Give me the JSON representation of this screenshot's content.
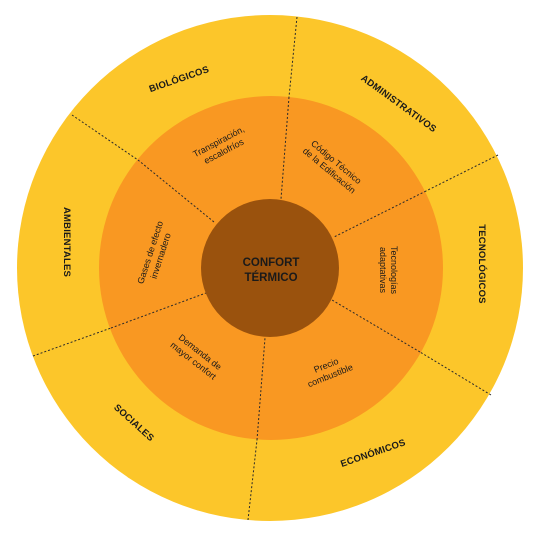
{
  "center": {
    "lines": [
      "CONFORT",
      "TÉRMICO"
    ]
  },
  "outer_ring": [
    {
      "id": "biologicos",
      "label": "BIOLÓGICOS"
    },
    {
      "id": "administrativos",
      "label": "ADMINISTRATIVOS"
    },
    {
      "id": "tecnologicos",
      "label": "TECNOLÓGICOS"
    },
    {
      "id": "economicos",
      "label": "ECONÓMICOS"
    },
    {
      "id": "sociales",
      "label": "SOCIALES"
    },
    {
      "id": "ambientales",
      "label": "AMBIENTALES"
    }
  ],
  "inner_ring": [
    {
      "id": "transpiracion",
      "lines": [
        "Transpiración,",
        "escalofríos"
      ]
    },
    {
      "id": "codigo",
      "lines": [
        "Código Técnico",
        "de la Edificación"
      ]
    },
    {
      "id": "tecnologias",
      "lines": [
        "Tecnologías",
        "adaptativas"
      ]
    },
    {
      "id": "precio",
      "lines": [
        "Precio",
        "combustible"
      ]
    },
    {
      "id": "demanda",
      "lines": [
        "Demanda de",
        "mayor confort"
      ]
    },
    {
      "id": "gases",
      "lines": [
        "Gases de efecto",
        "invernadero"
      ]
    }
  ],
  "colors": {
    "outer": "#fcc62a",
    "middle": "#f99822",
    "center": "#9a520d",
    "divider": "#2a2a2a",
    "text": "#1a1a1a"
  }
}
